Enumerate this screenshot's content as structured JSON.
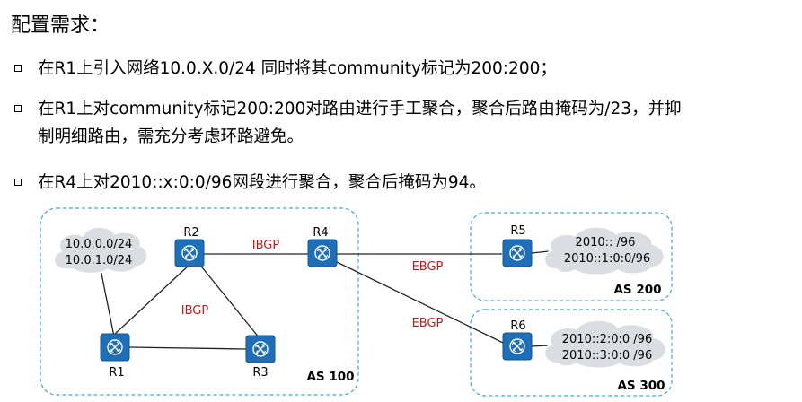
{
  "title": "配置需求：",
  "requirements": [
    {
      "text": "在R1上引入网络10.0.X.0/24 同时将其community标记为200:200；",
      "continuation": ""
    },
    {
      "text": "在R1上对community标记200:200对路由进行手工聚合，聚合后路由掩码为/23，并抑",
      "continuation": "制明细路由，需充分考虑环路避免。"
    },
    {
      "text": "在R4上对2010::x:0:0/96网段进行聚合，聚合后掩码为94。",
      "continuation": ""
    }
  ],
  "diagram": {
    "as_boxes": [
      {
        "id": "as100",
        "label": "AS 100"
      },
      {
        "id": "as200",
        "label": "AS 200"
      },
      {
        "id": "as300",
        "label": "AS 300"
      }
    ],
    "routers": [
      {
        "id": "R1",
        "label": "R1"
      },
      {
        "id": "R2",
        "label": "R2"
      },
      {
        "id": "R3",
        "label": "R3"
      },
      {
        "id": "R4",
        "label": "R4"
      },
      {
        "id": "R5",
        "label": "R5"
      },
      {
        "id": "R6",
        "label": "R6"
      }
    ],
    "clouds": [
      {
        "id": "cloud-r1",
        "lines": [
          "10.0.0.0/24",
          "10.0.1.0/24"
        ]
      },
      {
        "id": "cloud-r5",
        "lines": [
          "2010:: /96",
          "2010::1:0:0/96"
        ]
      },
      {
        "id": "cloud-r6",
        "lines": [
          "2010::2:0:0 /96",
          "2010::3:0:0 /96"
        ]
      }
    ],
    "link_labels": [
      {
        "id": "ibgp-r2-r4",
        "text": "IBGP"
      },
      {
        "id": "ibgp-r2-r3",
        "text": "IBGP"
      },
      {
        "id": "ebgp-r4-r5",
        "text": "EBGP"
      },
      {
        "id": "ebgp-r4-r6",
        "text": "EBGP"
      }
    ],
    "colors": {
      "router": "#1f6fb8",
      "router_dark": "#15548f",
      "as_border": "#3fa6d8",
      "cloud_fill": "#dadde2",
      "link_label": "#b81d1d",
      "link": "#222222"
    }
  }
}
